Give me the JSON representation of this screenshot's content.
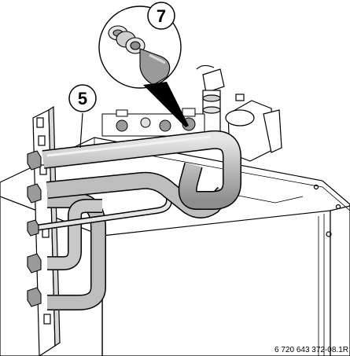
{
  "callouts": [
    {
      "label": "5",
      "refers_to": "tube-assembly"
    },
    {
      "label": "7",
      "refers_to": "fitting-detail-magnified"
    }
  ],
  "document_code": "6 720 643 372-08.1R",
  "colors": {
    "line": "#000000",
    "background": "#ffffff",
    "pipe_fill": "#bdbdbd",
    "pipe_highlight": "#e6e6e6",
    "pipe_shadow": "#8e8e8e",
    "fitting_fill": "#9a9a9a"
  }
}
